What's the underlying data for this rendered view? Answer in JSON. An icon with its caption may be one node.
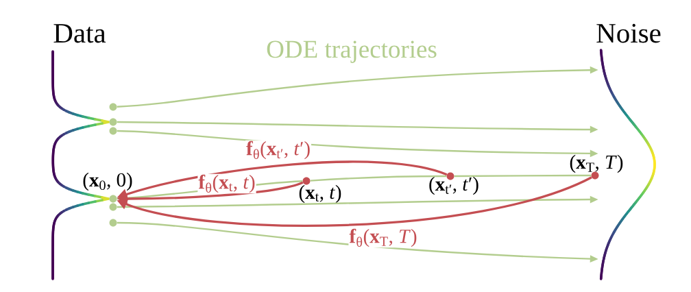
{
  "diagram": {
    "nodes": [
      {
        "text": [
          "Data"
        ]
      },
      {
        "text": [],
        "shape": "circle"
      },
      {
        "text": [],
        "shape": "circle"
      },
      {
        "text": [],
        "shape": "circle"
      },
      {
        "text": [],
        "shape": "circle",
        "beside": [
          "(**x**$_{0}$, 0)"
        ]
      },
      {
        "text": [],
        "shape": "circle"
      },
      {
        "text": [],
        "shape": "circle"
      },
      {
        "text": [],
        "shape": "circle",
        "beside": [
          "(**x**$_{t}$, *t*)"
        ]
      },
      {
        "text": [],
        "shape": "circle",
        "beside": [
          "(**x**$_{t′}$, *t*′)"
        ]
      },
      {
        "text": [],
        "shape": "circle",
        "beside": [
          "(**x**$_{T}$, *T*)"
        ]
      },
      {
        "text": [
          "Noise"
        ]
      }
    ],
    "edges": [
      {
        "from": 1,
        "to": 10,
        "arrow": "to"
      },
      {
        "from": 2,
        "to": 10,
        "arrow": "to"
      },
      {
        "from": 3,
        "to": 10,
        "arrow": "to"
      },
      {
        "from": 4,
        "to": 7,
        "arrow": "none"
      },
      {
        "from": 7,
        "to": 8,
        "arrow": "none"
      },
      {
        "from": 8,
        "to": 9,
        "arrow": "none"
      },
      {
        "from": 5,
        "to": 10,
        "arrow": "to"
      },
      {
        "from": 6,
        "to": 10,
        "arrow": "to"
      },
      {
        "from": 7,
        "to": 4,
        "arrow": "to",
        "label": "**f**$_{θ}$(**x**$_{t}$, *t*)",
        "color": "#c44e52"
      },
      {
        "from": 8,
        "to": 4,
        "arrow": "to",
        "label": "**f**$_{θ}$(**x**$_{t′}$, *t*′)",
        "color": "#c44e52"
      },
      {
        "from": 9,
        "to": 4,
        "arrow": "to",
        "label": "**f**$_{θ}$(**x**$_{T}$, *T*)",
        "color": "#c44e52"
      }
    ],
    "labels": [
      "ODE trajectories"
    ]
  }
}
